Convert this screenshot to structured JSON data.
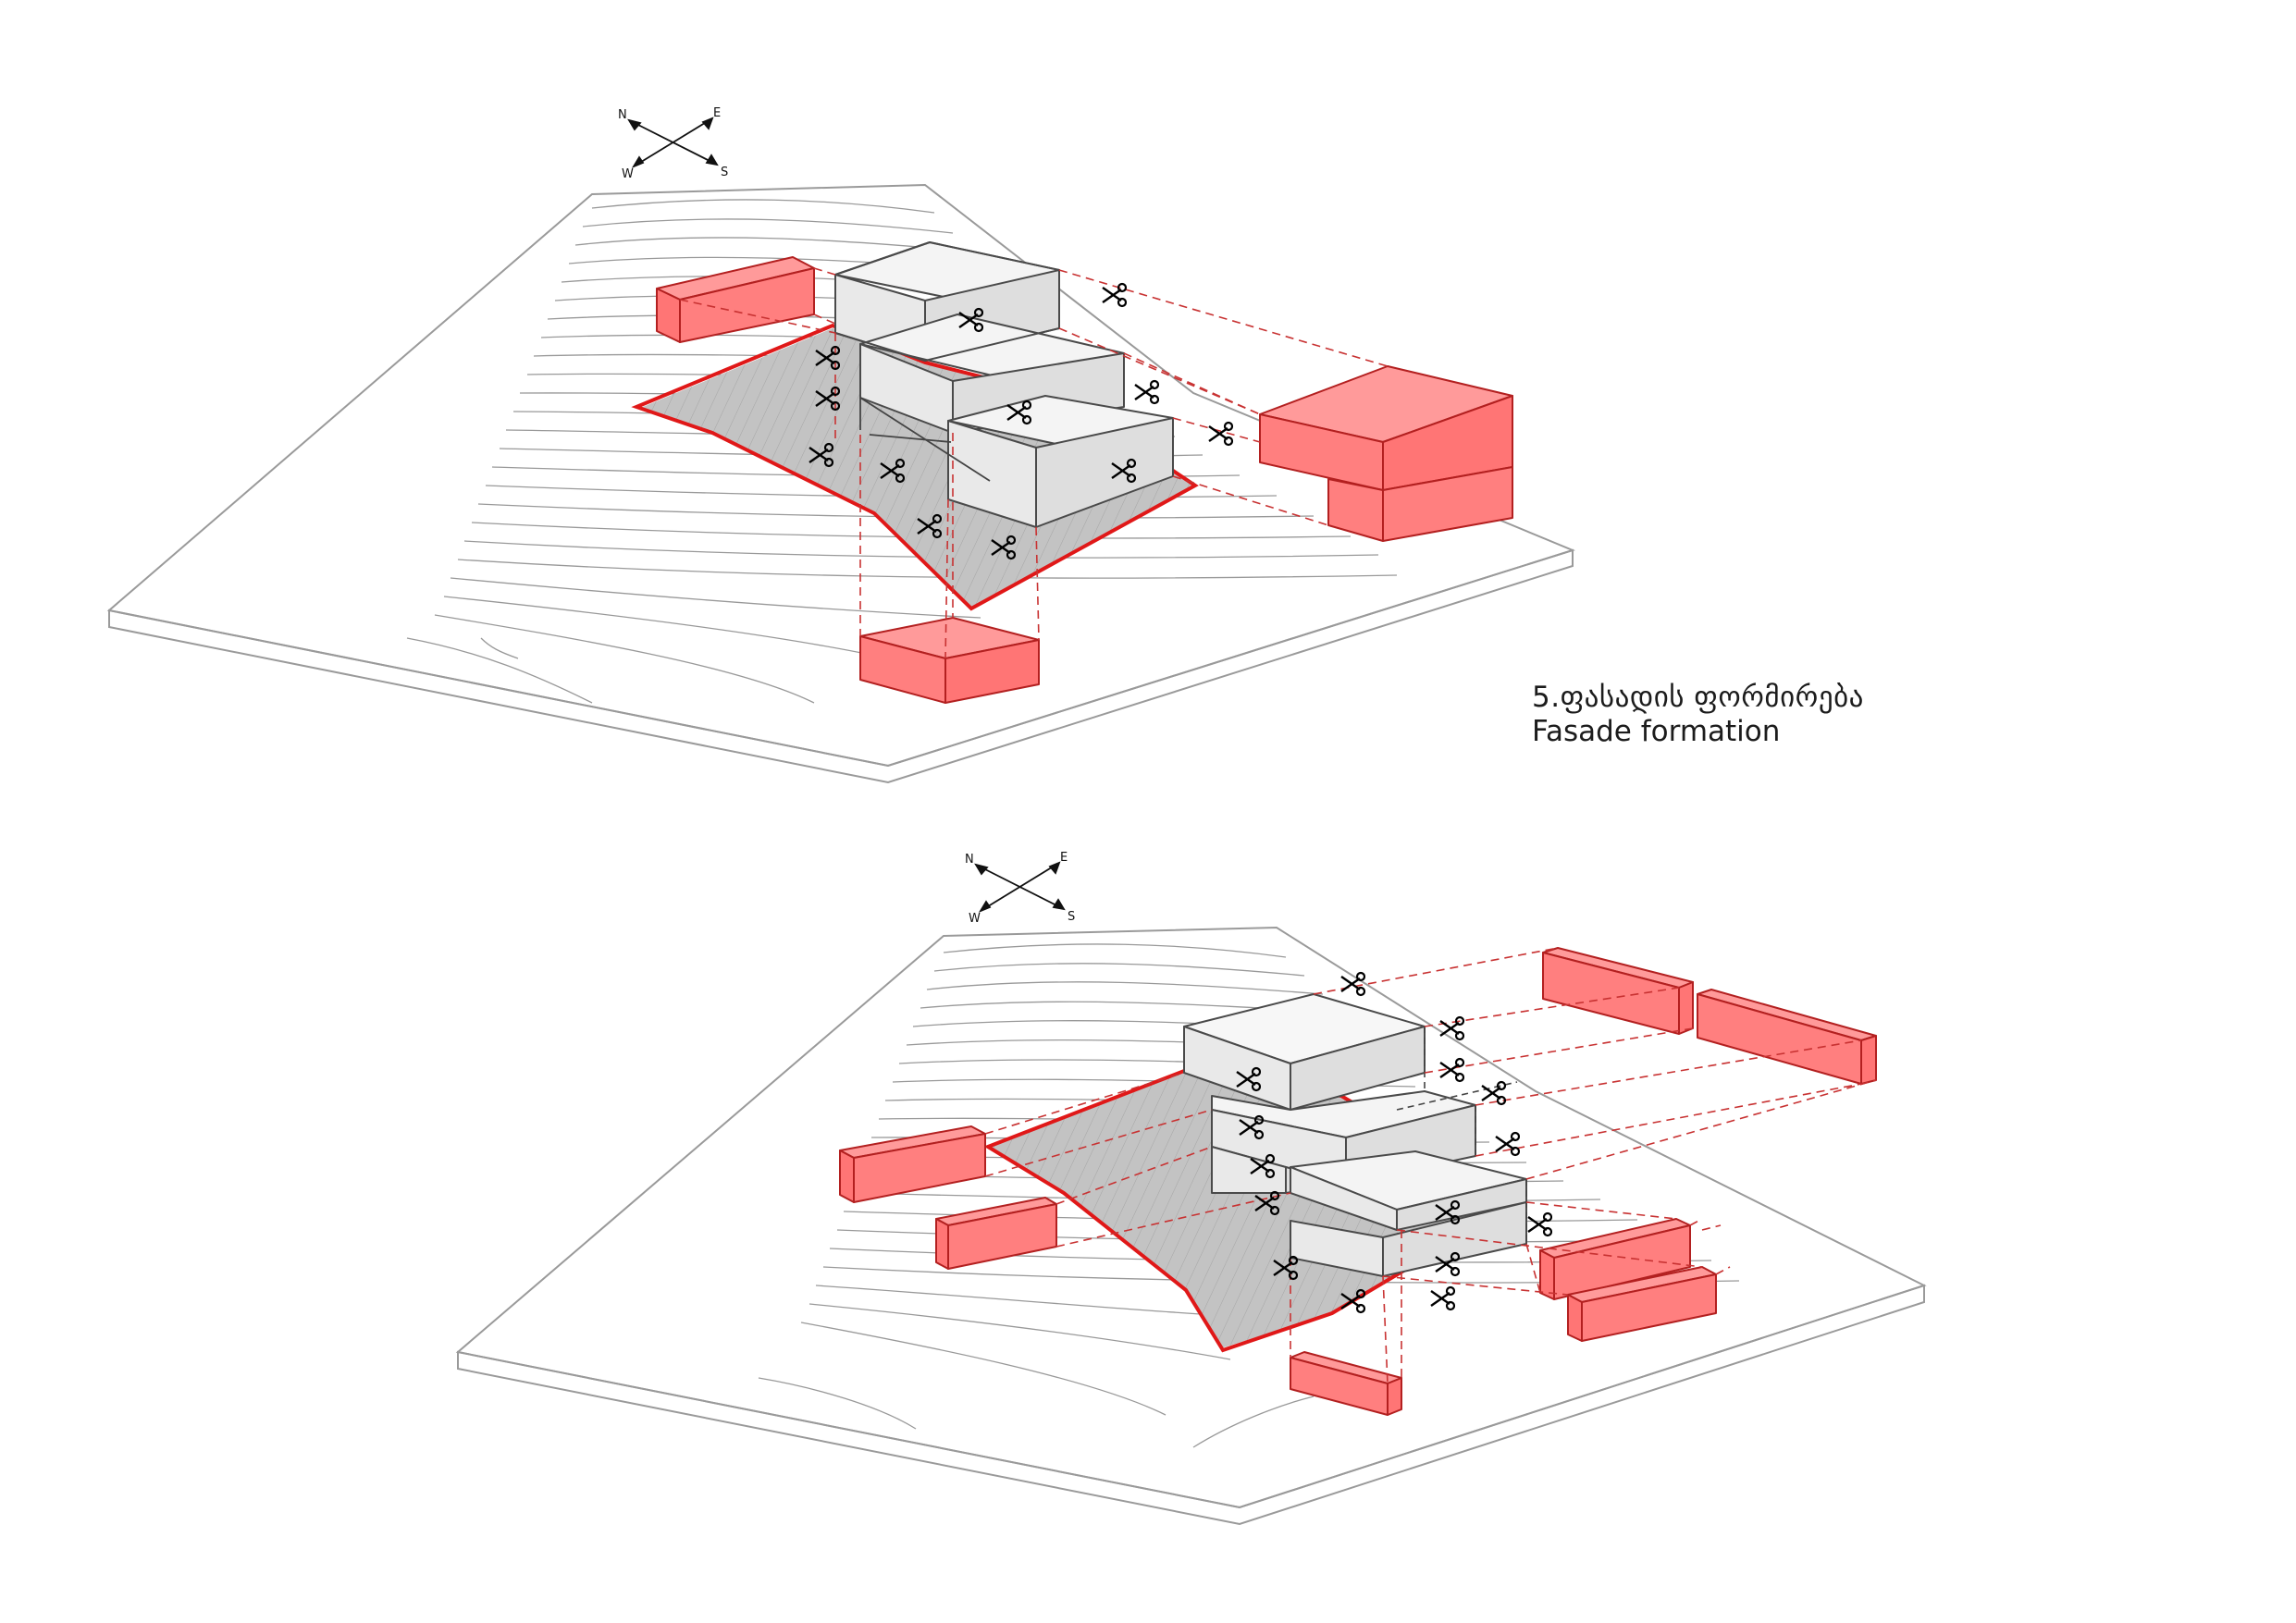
{
  "title": {
    "georgian": "5.ფასადის ფორმირება",
    "english": "Fasade formation"
  },
  "compass": {
    "n": "N",
    "e": "E",
    "w": "W",
    "s": "S"
  },
  "colors": {
    "accent_fill": "#FF7F7F",
    "accent_stroke": "#B32020",
    "outline_red": "#E01818",
    "guide_dashed": "#C83232",
    "terrain_line": "#999999",
    "box_face": "#EDEDED",
    "shadow": "#BDBDBD"
  },
  "icons": [
    "compass-icon",
    "scissors-icon"
  ]
}
